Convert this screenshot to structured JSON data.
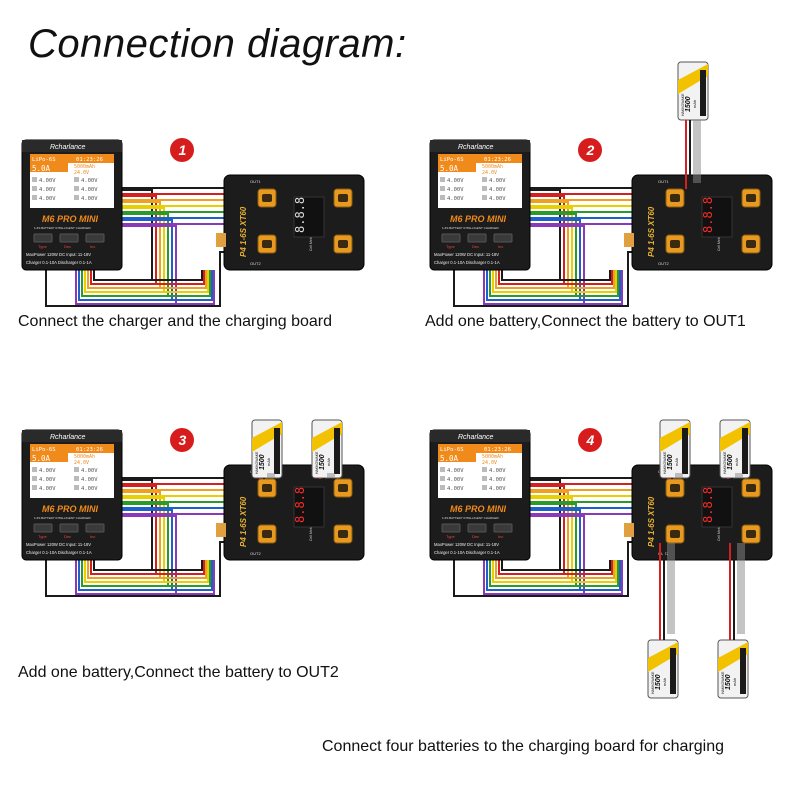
{
  "title": "Connection diagram:",
  "charger": {
    "brand": "Rcharlance",
    "mode": "LiPo-6S",
    "time": "01:23:26",
    "current": "5.0A",
    "capacity": "5000mAh",
    "voltage": "24.0V",
    "cell_voltages": [
      "4.00V",
      "4.00V",
      "4.00V",
      "4.00V",
      "4.00V",
      "4.00V"
    ],
    "model": "M6 PRO MINI",
    "subtitle": "1-6S BATTERY INTELLIGENT CHARGER",
    "buttons": [
      "Type",
      "Dec",
      "Inc"
    ],
    "spec_line1": "MaxPower 120W  DC Input: 11-18V",
    "spec_line2": "Charger 0.1-10A  Discharger 0.1-1A"
  },
  "board": {
    "model": "P4 1-6S XT60",
    "subtitle": "Cell Meter Display",
    "out1": "OUT1",
    "out2": "OUT2",
    "display": "8.8.8"
  },
  "battery": {
    "capacity": "1500",
    "unit": "mAh",
    "spec": "14.8V 60C",
    "brand": "HAKKOWAKE"
  },
  "steps": [
    {
      "num": "1",
      "caption": "Connect the charger and the charging board"
    },
    {
      "num": "2",
      "caption": "Add one battery,Connect the battery to OUT1"
    },
    {
      "num": "3",
      "caption": "Add one battery,Connect the battery to OUT2"
    },
    {
      "num": "4",
      "caption": "Connect four batteries to the charging board for charging"
    }
  ],
  "colors": {
    "wires": [
      "#1a1a1a",
      "#d32020",
      "#f0a020",
      "#e8d000",
      "#2a9a2a",
      "#1e5fc8",
      "#8a3ab9"
    ],
    "badge": "#d61c1c",
    "screen": "#f08a1a",
    "battery_yellow": "#f2c200"
  }
}
